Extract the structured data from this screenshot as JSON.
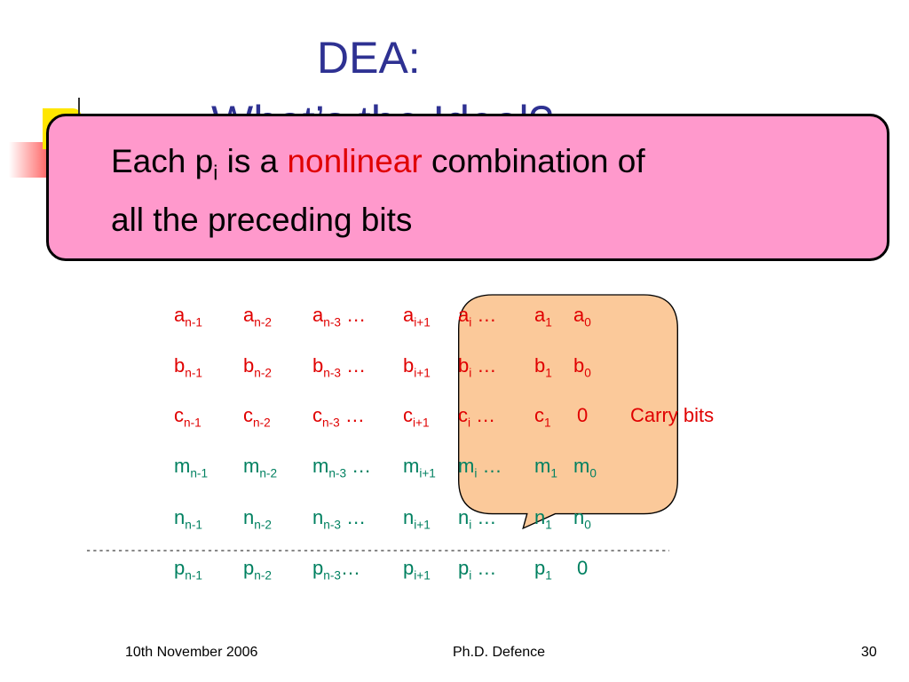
{
  "slide": {
    "title": "DEA:",
    "subtitle": "What’s the Ideal?",
    "callout": {
      "text_before": "Each p",
      "text_sub": "i",
      "text_mid": " is a ",
      "highlight": "nonlinear",
      "text_after": " combination of",
      "line2": "all the preceding bits"
    },
    "carry_label": "Carry bits",
    "divider": "----------------------------------------------------------------------------------------------------------------"
  },
  "rows": [
    {
      "name": "a",
      "color": "red",
      "cells": [
        {
          "b": "a",
          "s": "n-1"
        },
        {
          "b": "a",
          "s": "n-2"
        },
        {
          "b": "a",
          "s": "n-3",
          "t": " …"
        },
        {
          "b": "a",
          "s": "i+1"
        },
        {
          "b": "a",
          "s": "i",
          "t": " …"
        },
        {
          "b": "a",
          "s": "1"
        },
        {
          "b": "a",
          "s": "0"
        }
      ]
    },
    {
      "name": "b",
      "color": "red",
      "cells": [
        {
          "b": "b",
          "s": "n-1"
        },
        {
          "b": "b",
          "s": "n-2"
        },
        {
          "b": "b",
          "s": "n-3",
          "t": " …"
        },
        {
          "b": "b",
          "s": "i+1"
        },
        {
          "b": "b",
          "s": "i",
          "t": " …"
        },
        {
          "b": "b",
          "s": "1"
        },
        {
          "b": "b",
          "s": "0"
        }
      ]
    },
    {
      "name": "c",
      "color": "red",
      "cells": [
        {
          "b": "c",
          "s": "n-1"
        },
        {
          "b": "c",
          "s": "n-2"
        },
        {
          "b": "c",
          "s": "n-3",
          "t": " …"
        },
        {
          "b": "c",
          "s": "i+1"
        },
        {
          "b": "c",
          "s": "i",
          "t": " …"
        },
        {
          "b": "c",
          "s": "1"
        },
        {
          "b": "0",
          "s": ""
        }
      ]
    },
    {
      "name": "m",
      "color": "green",
      "cells": [
        {
          "b": "m",
          "s": "n-1"
        },
        {
          "b": "m",
          "s": "n-2"
        },
        {
          "b": "m",
          "s": "n-3",
          "t": " …"
        },
        {
          "b": "m",
          "s": "i+1"
        },
        {
          "b": "m",
          "s": "i",
          "t": " …"
        },
        {
          "b": "m",
          "s": "1"
        },
        {
          "b": "m",
          "s": "0"
        }
      ]
    },
    {
      "name": "n",
      "color": "green",
      "cells": [
        {
          "b": "n",
          "s": "n-1"
        },
        {
          "b": "n",
          "s": "n-2"
        },
        {
          "b": "n",
          "s": "n-3",
          "t": " …"
        },
        {
          "b": "n",
          "s": "i+1"
        },
        {
          "b": "n",
          "s": "i",
          "t": " …"
        },
        {
          "b": "n",
          "s": "1"
        },
        {
          "b": "n",
          "s": "0"
        }
      ]
    },
    {
      "name": "p",
      "color": "green",
      "cells": [
        {
          "b": "p",
          "s": "n-1"
        },
        {
          "b": "p",
          "s": "n-2"
        },
        {
          "b": "p",
          "s": "n-3",
          "t": "…"
        },
        {
          "b": "p",
          "s": "i+1"
        },
        {
          "b": "p",
          "s": "i",
          "t": " …"
        },
        {
          "b": "p",
          "s": "1"
        },
        {
          "b": "0",
          "s": ""
        }
      ]
    }
  ],
  "colors": {
    "red": "#e00000",
    "green": "#008060",
    "title": "#2e3192",
    "callout_pink": "#ff99cc",
    "callout_orange": "#fbc99a"
  },
  "footer": {
    "date": "10th November 2006",
    "center": "Ph.D. Defence",
    "page": "30"
  }
}
